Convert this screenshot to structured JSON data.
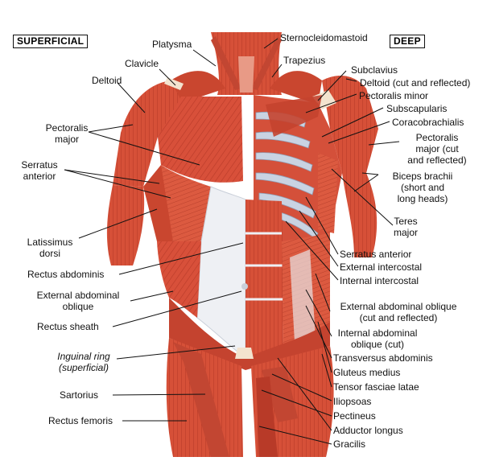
{
  "headings": {
    "superficial": "SUPERFICIAL",
    "deep": "DEEP"
  },
  "labels": {
    "platysma": "Platysma",
    "sternocleidomastoid": "Sternocleidomastoid",
    "clavicle": "Clavicle",
    "trapezius": "Trapezius",
    "deltoid": "Deltoid",
    "subclavius": "Subclavius",
    "deltoid_cut": "Deltoid (cut and reflected)",
    "pectoralis_minor": "Pectoralis minor",
    "subscapularis": "Subscapularis",
    "coracobrachialis": "Coracobrachialis",
    "pectoralis_major_l1": "Pectoralis",
    "pectoralis_major_l2": "major",
    "pect_major_cut_l1": "Pectoralis",
    "pect_major_cut_l2": "major (cut",
    "pect_major_cut_l3": "and reflected)",
    "serratus_anterior_l1": "Serratus",
    "serratus_anterior_l2": "anterior",
    "biceps_l1": "Biceps brachii",
    "biceps_l2": "(short and",
    "biceps_l3": "long heads)",
    "teres_l1": "Teres",
    "teres_l2": "major",
    "latissimus_l1": "Latissimus",
    "latissimus_l2": "dorsi",
    "serratus_anterior_deep": "Serratus anterior",
    "external_intercostal": "External intercostal",
    "internal_intercostal": "Internal intercostal",
    "rectus_abdominis": "Rectus abdominis",
    "ext_abd_oblique_l1": "External abdominal",
    "ext_abd_oblique_l2": "oblique",
    "ext_abd_oblique_cut_l1": "External abdominal oblique",
    "ext_abd_oblique_cut_l2": "(cut and reflected)",
    "rectus_sheath": "Rectus sheath",
    "int_abd_oblique_l1": "Internal abdominal",
    "int_abd_oblique_l2": "oblique (cut)",
    "inguinal_ring_l1": "Inguinal ring",
    "inguinal_ring_l2": "(superficial)",
    "transversus": "Transversus abdominis",
    "gluteus_medius": "Gluteus medius",
    "sartorius": "Sartorius",
    "tensor": "Tensor fasciae latae",
    "iliopsoas": "Iliopsoas",
    "rectus_femoris": "Rectus femoris",
    "pectineus": "Pectineus",
    "adductor_longus": "Adductor longus",
    "gracilis": "Gracilis"
  },
  "colors": {
    "muscle": "#d8503a",
    "muscle_dark": "#b83a28",
    "muscle_light": "#ee8a70",
    "fascia": "#eef0f4",
    "rib": "#c9d3e2",
    "tendon": "#f3e3cf"
  }
}
